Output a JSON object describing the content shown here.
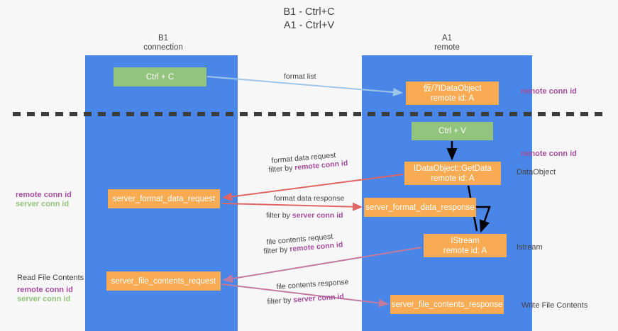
{
  "title": {
    "line1": "B1 - Ctrl+C",
    "line2": "A1 - Ctrl+V"
  },
  "columns": [
    {
      "id": "b1",
      "name": "B1",
      "role": "connection",
      "color": "#4a86e8"
    },
    {
      "id": "a1",
      "name": "A1",
      "role": "remote",
      "color": "#4a86e8"
    }
  ],
  "nodes": {
    "ctrl_c": {
      "line1": "Ctrl + C",
      "line2": "",
      "color": "#93c47d"
    },
    "idataobject": {
      "line1": "仮/7IDataObject",
      "line2": "remote id: A",
      "color": "#f9ab54"
    },
    "ctrl_v": {
      "line1": "Ctrl + V",
      "line2": "",
      "color": "#93c47d"
    },
    "getdata": {
      "line1": "IDataObject::GetData",
      "line2": "remote id: A",
      "color": "#f9ab54"
    },
    "server_format_data_request": {
      "line1": "server_format_data_request",
      "line2": "",
      "color": "#f9ab54"
    },
    "server_format_data_response": {
      "line1": "server_format_data_response",
      "line2": "",
      "color": "#f9ab54"
    },
    "istream": {
      "line1": "IStream",
      "line2": "remote id: A",
      "color": "#f9ab54"
    },
    "server_file_contents_request": {
      "line1": "server_file_contents_request",
      "line2": "",
      "color": "#f9ab54"
    },
    "server_file_contents_response": {
      "line1": "server_file_contents_response",
      "line2": "",
      "color": "#f9ab54"
    }
  },
  "edge_labels": {
    "format_list": "format list",
    "format_data_request": "format data request",
    "format_data_request_filter_prefix": "filter by ",
    "format_data_request_filter_key": "remote conn id",
    "format_data_response": "format data response",
    "format_data_response_filter_prefix": "filter by ",
    "format_data_response_filter_key": "server conn id",
    "file_contents_request": "file contents request",
    "file_contents_request_filter_prefix": "filter by ",
    "file_contents_request_filter_key": "remote conn id",
    "file_contents_response": "file contents response",
    "file_contents_response_filter_prefix": "filter by ",
    "file_contents_response_filter_key": "server conn id"
  },
  "side_labels": {
    "right_remote_conn_id_top": "remote conn id",
    "right_remote_conn_id_mid": "remote conn id",
    "dataobject": "DataObject",
    "istream": "Istream",
    "write_file_contents": "Write File Contents",
    "left_remote_conn_id_1": "remote conn id",
    "left_server_conn_id_1": "server conn id",
    "read_file_contents": "Read File Contents",
    "left_remote_conn_id_2": "remote conn id",
    "left_server_conn_id_2": "server conn id"
  },
  "colors": {
    "column": "#4a86e8",
    "green_node": "#93c47d",
    "orange_node": "#f9ab54",
    "purple_key": "#a64d9e",
    "green_key": "#93c47d",
    "text": "#434343",
    "divider": "#3b3b3b",
    "arrow_blue": "#9fc5e8",
    "arrow_red": "#e06666",
    "arrow_magenta": "#c27ba0",
    "arrow_black": "#000000"
  }
}
